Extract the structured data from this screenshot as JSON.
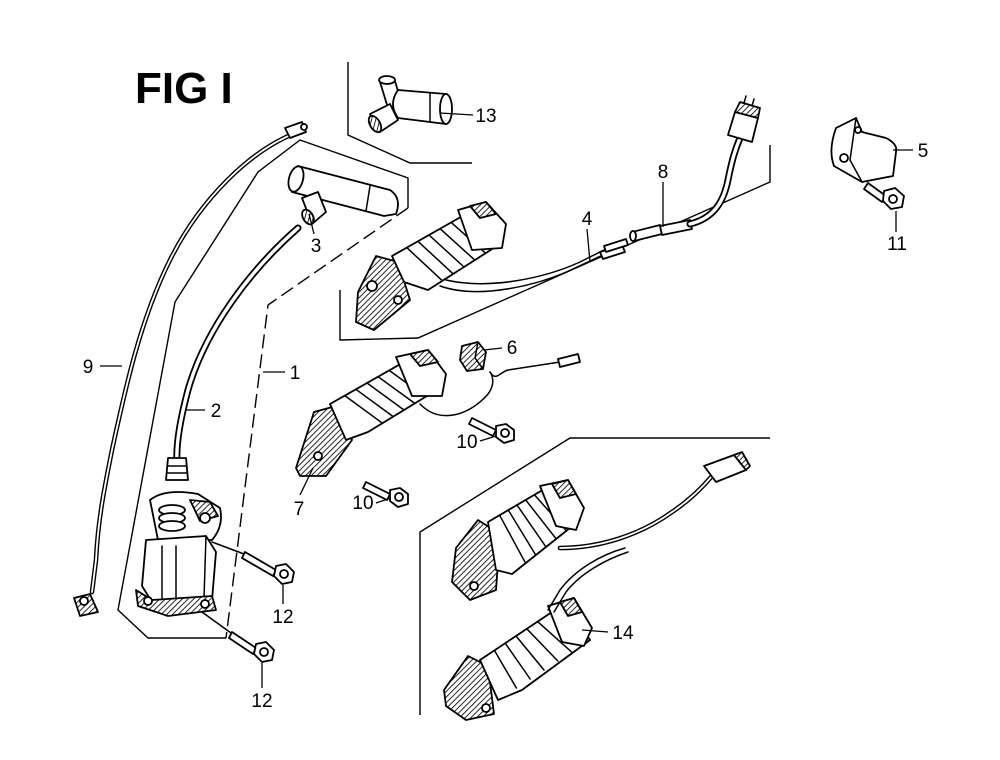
{
  "figure": {
    "title": "FIG I"
  },
  "callouts": [
    {
      "label": "13"
    },
    {
      "label": "5"
    },
    {
      "label": "11"
    },
    {
      "label": "8"
    },
    {
      "label": "4"
    },
    {
      "label": "3"
    },
    {
      "label": "1"
    },
    {
      "label": "9"
    },
    {
      "label": "2"
    },
    {
      "label": "6"
    },
    {
      "label": "10"
    },
    {
      "label": "10"
    },
    {
      "label": "7"
    },
    {
      "label": "12"
    },
    {
      "label": "12"
    },
    {
      "label": "14"
    }
  ]
}
